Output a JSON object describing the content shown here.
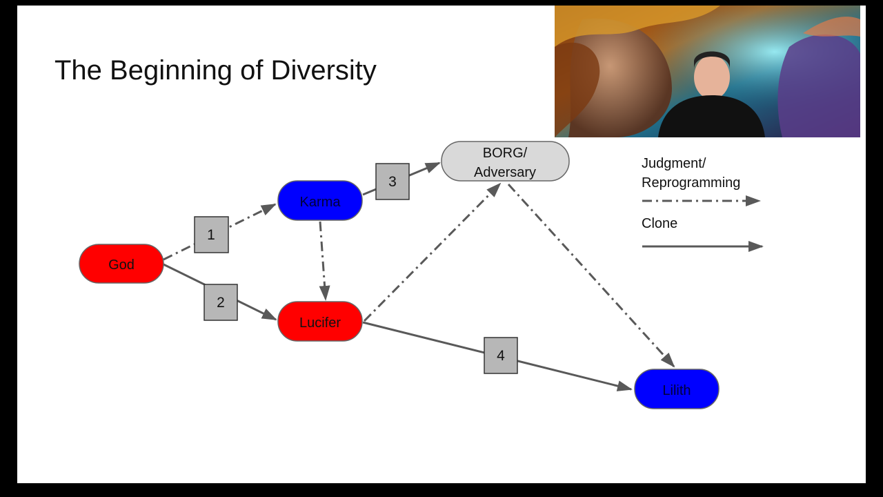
{
  "slide": {
    "title": "The Beginning of Diversity"
  },
  "nodes": {
    "god": "God",
    "karma": "Karma",
    "lucifer": "Lucifer",
    "borg_line1": "BORG/",
    "borg_line2": "Adversary",
    "lilith": "Lilith"
  },
  "steps": {
    "one": "1",
    "two": "2",
    "three": "3",
    "four": "4"
  },
  "legend": {
    "judgment_line1": "Judgment/",
    "judgment_line2": "Reprogramming",
    "clone": "Clone"
  },
  "colors": {
    "red_node": "#ff0000",
    "blue_node": "#0000ff",
    "grey_node": "#d9d9d9",
    "step_box": "#b7b7b7",
    "arrow": "#595959"
  }
}
